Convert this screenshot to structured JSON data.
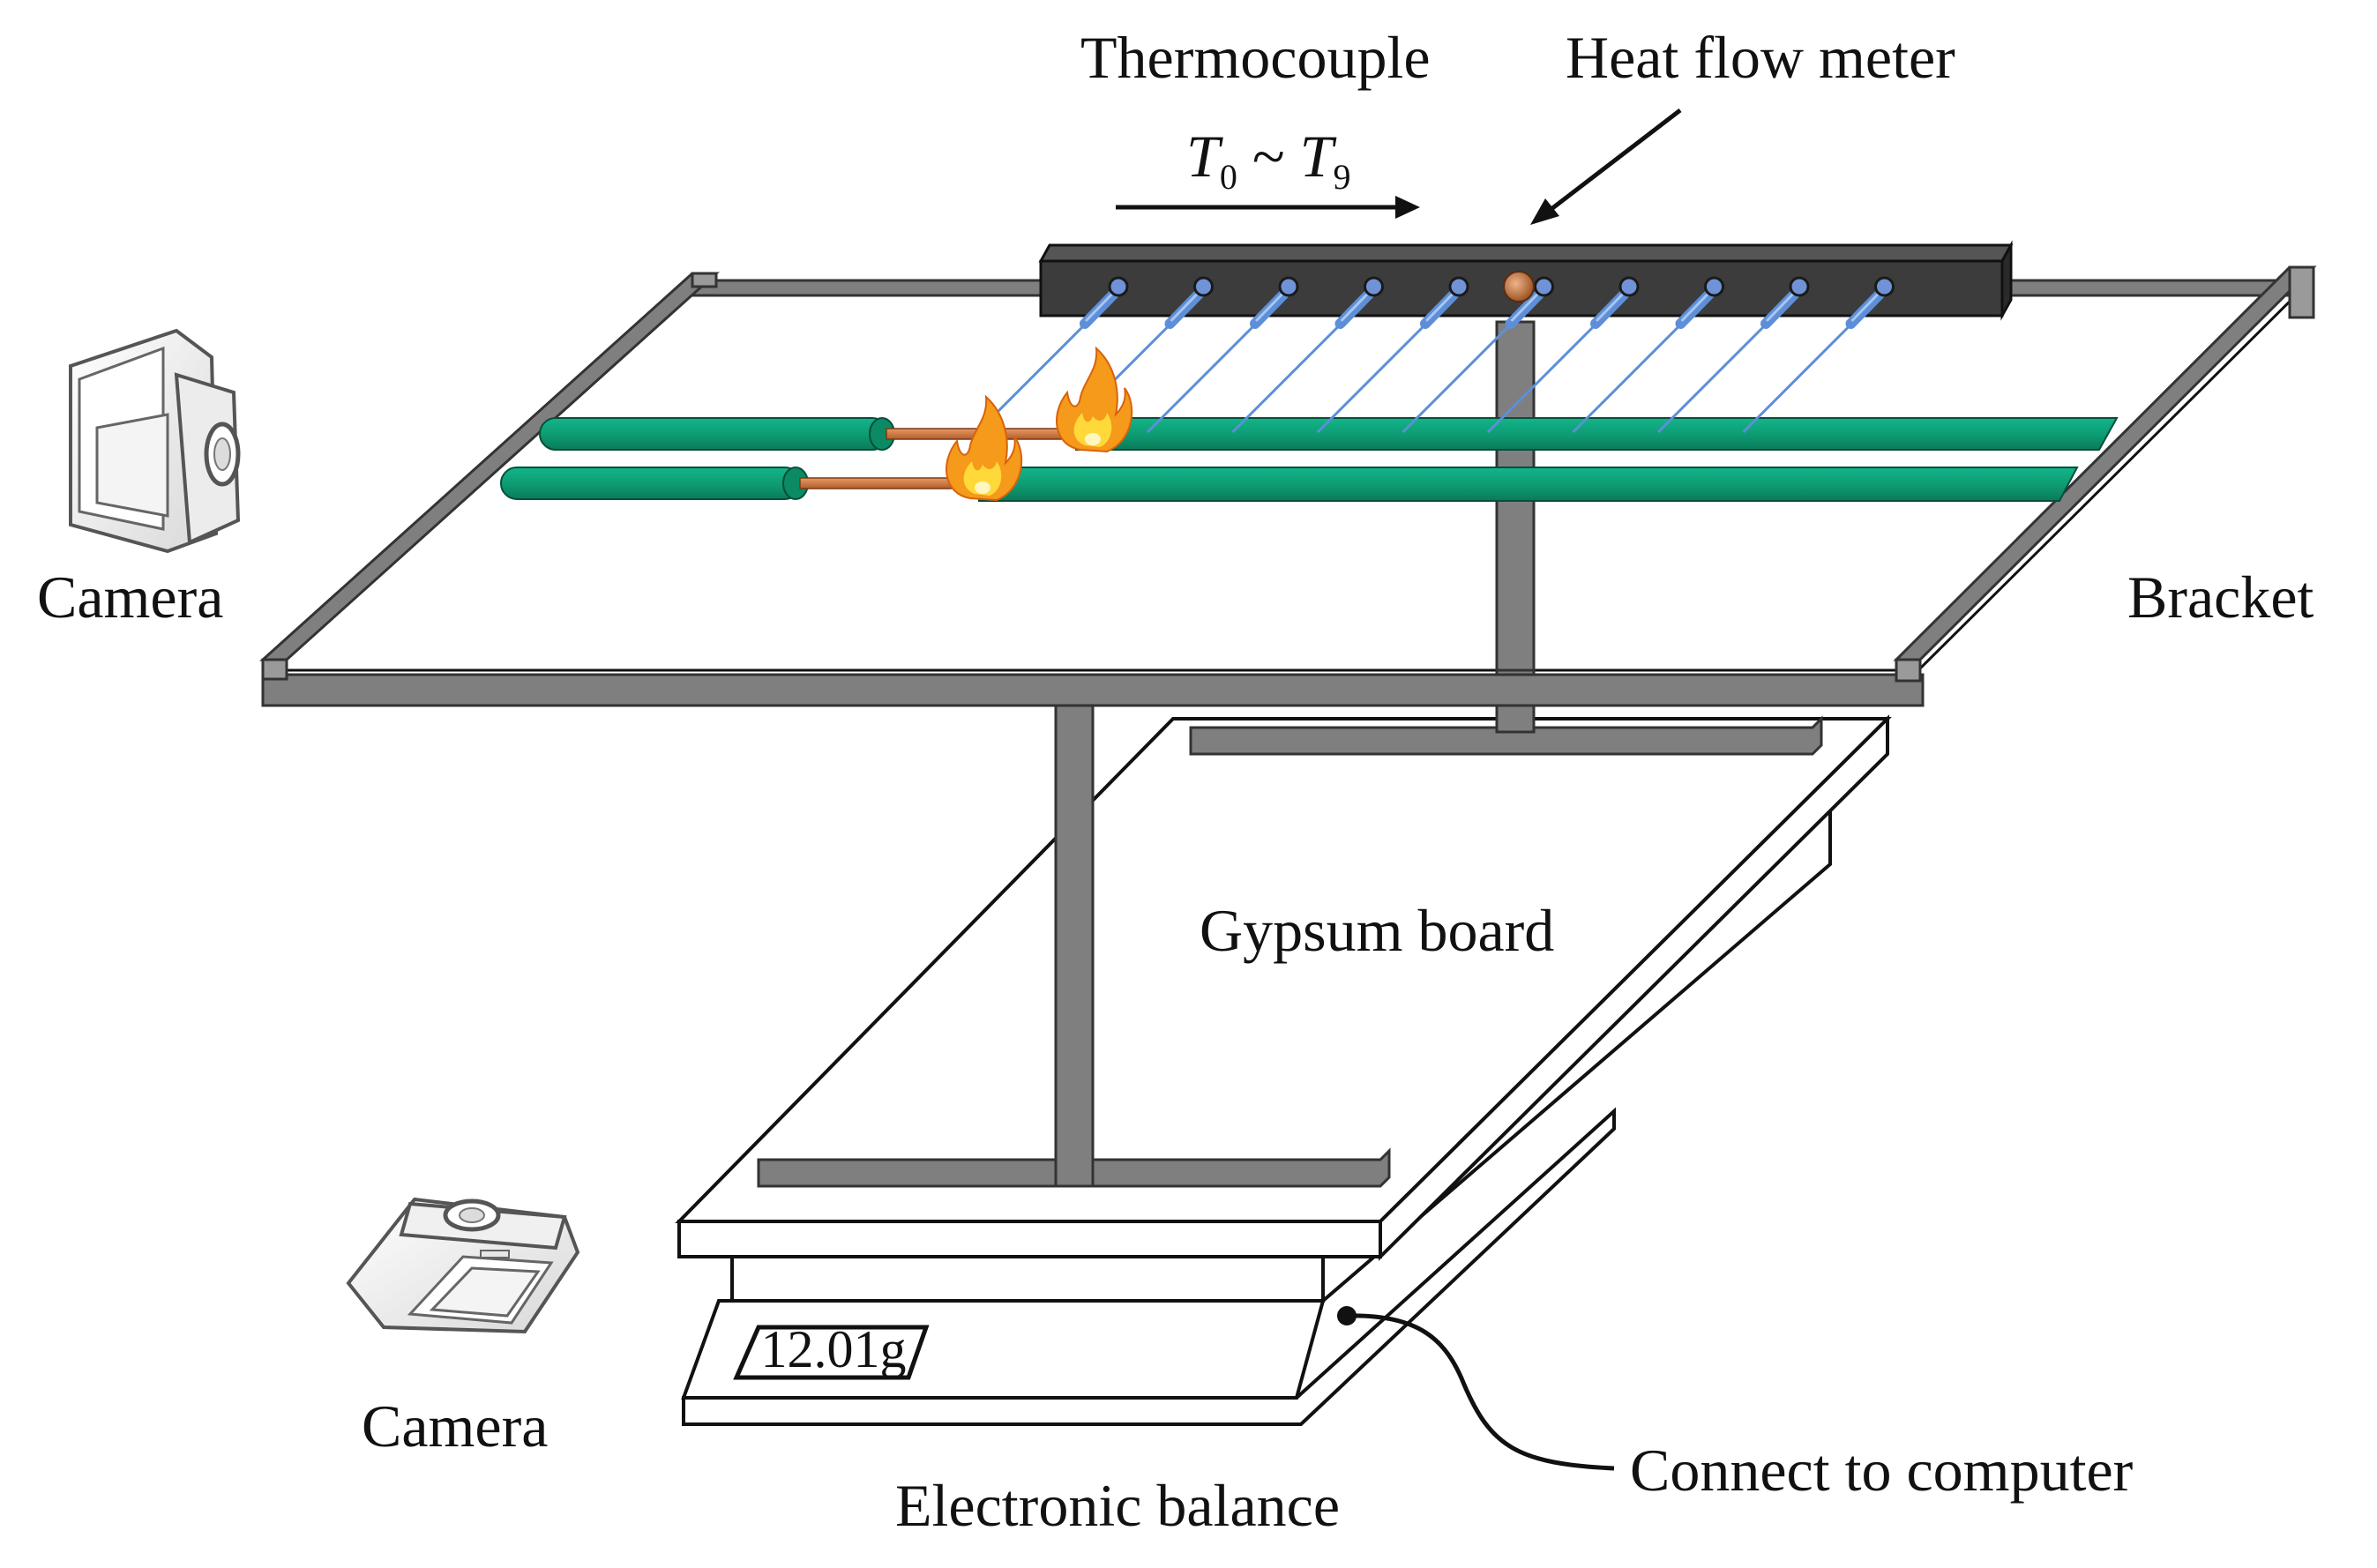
{
  "labels": {
    "thermocouple": "Thermocouple",
    "heat_flow_meter": "Heat flow meter",
    "t_range": {
      "t": "T",
      "start_sub": "0",
      "tilde": " ~ ",
      "end_sub": "9"
    },
    "camera_top": "Camera",
    "camera_bottom": "Camera",
    "bracket": "Bracket",
    "gypsum_board": "Gypsum board",
    "balance_reading": "12.01g",
    "electronic_balance": "Electronic balance",
    "connect": "Connect to computer"
  },
  "counts": {
    "thermocouple_probes": 10
  },
  "colors": {
    "frame": "#7f7f7f",
    "frame_dark": "#444444",
    "meter_bar": "#3c3c3c",
    "wire_insulation": "#0fa27a",
    "copper_core": "#c8703a",
    "probe": "#5d8fd9",
    "flame_outer": "#f59a1b",
    "flame_inner": "#ffd83a",
    "heat_sensor": "#c47a45"
  },
  "icons": [
    "camera-icon",
    "flame-icon",
    "thermocouple-probe-icon",
    "arrow-icon"
  ]
}
